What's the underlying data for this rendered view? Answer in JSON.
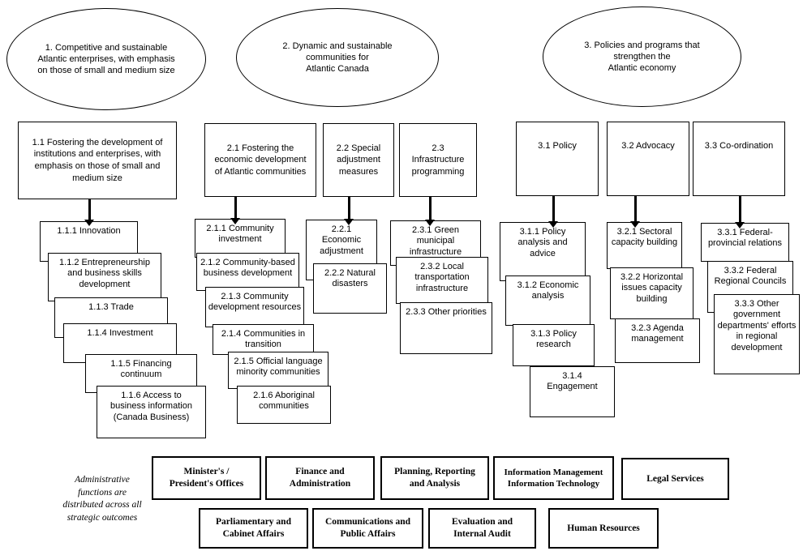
{
  "outcomes": [
    "1. Competitive and sustainable\nAtlantic enterprises, with emphasis\non those of small and medium size",
    "2. Dynamic and sustainable\ncommunities for\nAtlantic Canada",
    "3. Policies and programs that\nstrengthen the\nAtlantic economy"
  ],
  "programs": [
    "1.1 Fostering the development of\ninstitutions and enterprises, with\nemphasis on those of small and\nmedium size",
    "2.1 Fostering the\neconomic development\nof Atlantic communities",
    "2.2 Special\nadjustment\nmeasures",
    "2.3\nInfrastructure\nprogramming",
    "3.1 Policy",
    "3.2 Advocacy",
    "3.3 Co-ordination"
  ],
  "subs": {
    "g11": [
      "1.1.1 Innovation",
      "1.1.2 Entrepreneurship\nand business skills\ndevelopment",
      "1.1.3 Trade",
      "1.1.4 Investment",
      "1.1.5 Financing\ncontinuum",
      "1.1.6 Access to\nbusiness information\n(Canada Business)"
    ],
    "g21": [
      "2.1.1 Community\ninvestment",
      "2.1.2 Community-based\nbusiness development",
      "2.1.3 Community\ndevelopment resources",
      "2.1.4 Communities in\ntransition",
      "2.1.5 Official language\nminority communities",
      "2.1.6 Aboriginal\ncommunities"
    ],
    "g22": [
      "2.2.1\nEconomic\nadjustment",
      "2.2.2 Natural\ndisasters"
    ],
    "g23": [
      "2.3.1 Green municipal\ninfrastructure",
      "2.3.2 Local\ntransportation\ninfrastructure",
      "2.3.3 Other priorities"
    ],
    "g31": [
      "3.1.1 Policy\nanalysis and\nadvice",
      "3.1.2 Economic\nanalysis",
      "3.1.3 Policy\nresearch",
      "3.1.4\nEngagement"
    ],
    "g32": [
      "3.2.1 Sectoral\ncapacity building",
      "3.2.2 Horizontal\nissues capacity\nbuilding",
      "3.2.3 Agenda\nmanagement"
    ],
    "g33": [
      "3.3.1 Federal-\nprovincial relations",
      "3.3.2 Federal\nRegional Councils",
      "3.3.3 Other\ngovernment\ndepartments' efforts\nin regional\ndevelopment"
    ]
  },
  "admin_note": "Administrative\nfunctions are\ndistributed across all\nstrategic  outcomes",
  "admin_functions": [
    "Minister's /\nPresident's Offices",
    "Finance and\nAdministration",
    "Planning, Reporting\nand Analysis",
    "Information Management\nInformation Technology",
    "Legal Services",
    "Parliamentary and\nCabinet Affairs",
    "Communications and\nPublic Affairs",
    "Evaluation and\nInternal Audit",
    "Human Resources"
  ],
  "colors": {
    "line": "#000000",
    "background": "#ffffff"
  }
}
